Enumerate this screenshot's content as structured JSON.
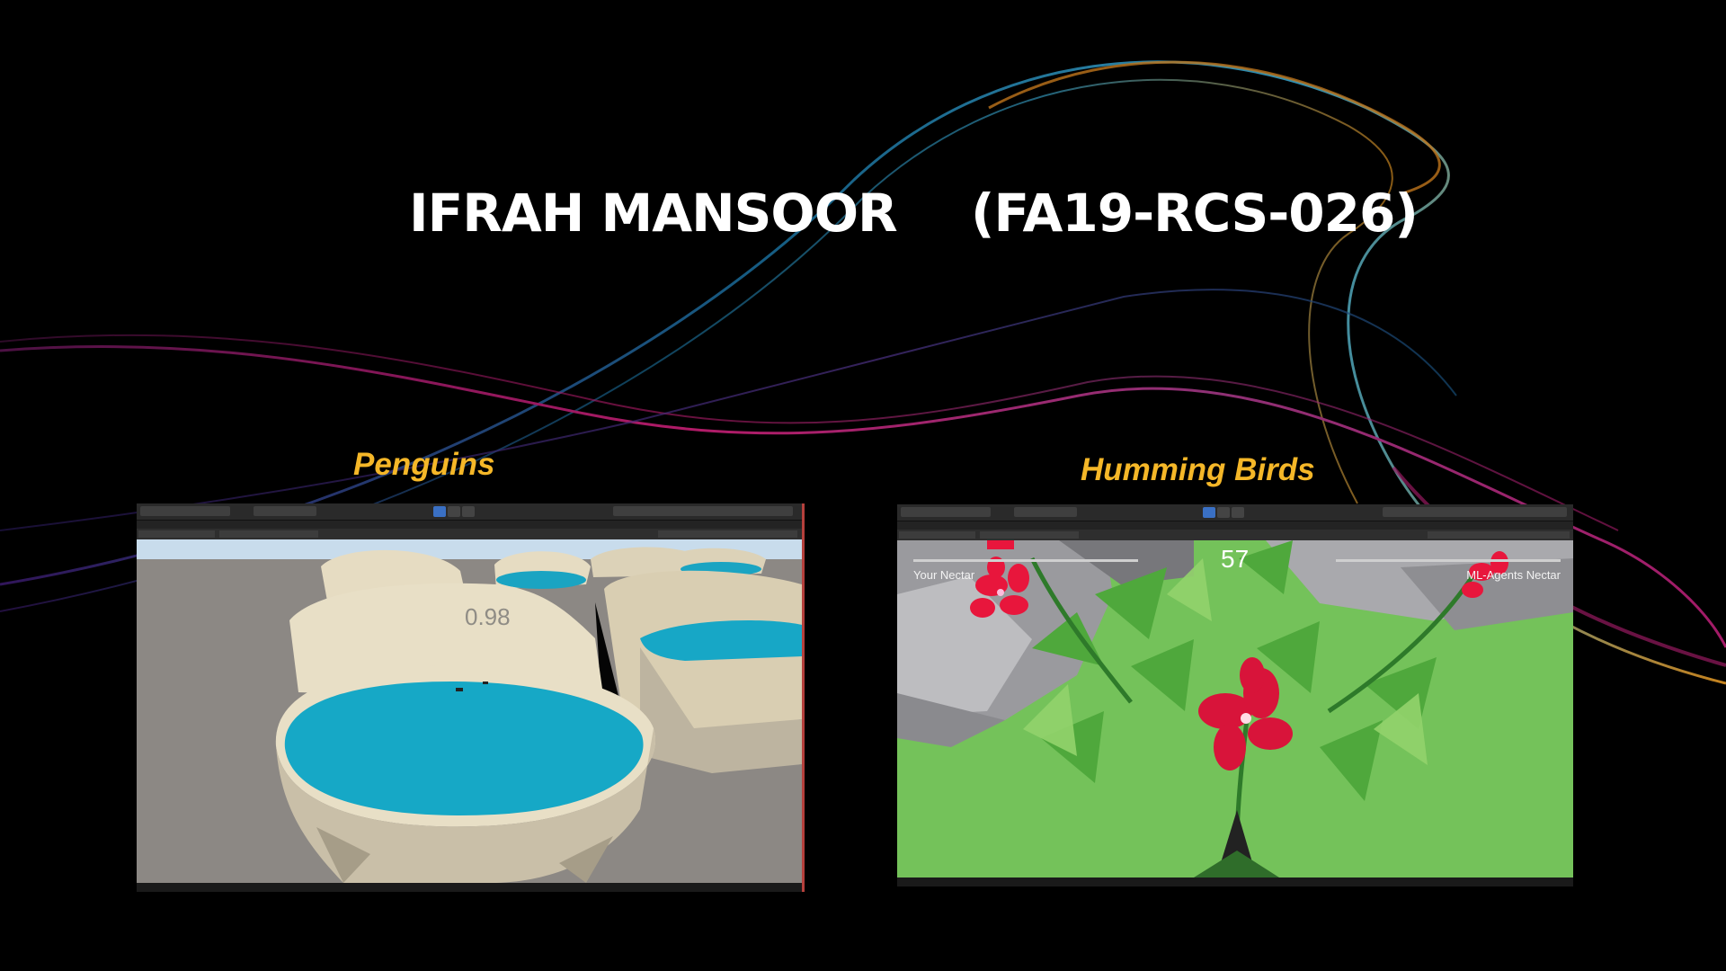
{
  "slide": {
    "presenter_name": "IFRAH MANSOOR",
    "registration_id": "(FA19-RCS-026)"
  },
  "panels": [
    {
      "caption": "Penguins"
    },
    {
      "caption": "Humming Birds"
    }
  ],
  "hummingbird_game": {
    "score": "57",
    "left_label": "Your Nectar",
    "right_label": "ML-Agents Nectar"
  },
  "colors": {
    "caption": "#f5b728",
    "title": "#ffffff",
    "water": "#16a8c6",
    "grass": "#74c25a",
    "flower": "#e8163c"
  }
}
